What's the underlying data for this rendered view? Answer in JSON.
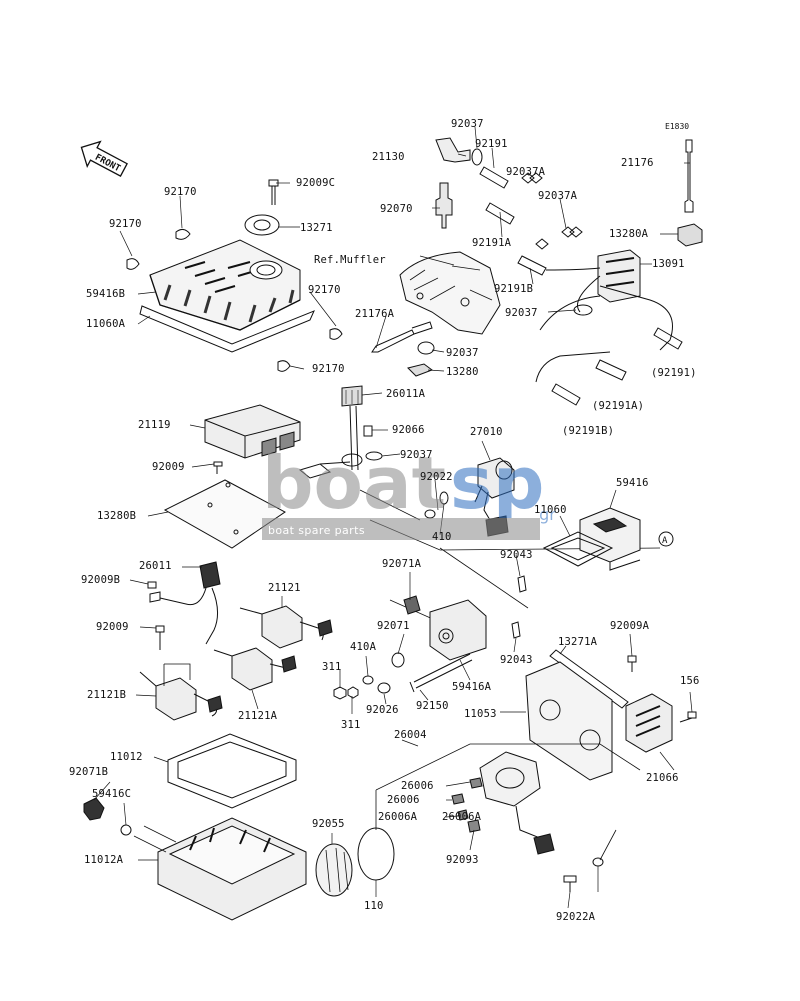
{
  "diagram_code": "E1830",
  "front_label": "FRONT",
  "watermark": {
    "text_main": "boat",
    "text_accent": "sp",
    "text_suffix": ".gr",
    "tagline": "boat spare parts",
    "accent": "#2f6fc0"
  },
  "ref_label": "Ref.Muffler",
  "callout_letter": "A",
  "labels": [
    "92037",
    "92191",
    "21130",
    "92037A",
    "92070",
    "92037A",
    "92191A",
    "92191B",
    "92037",
    "21176",
    "13280A",
    "13091",
    "(92191)",
    "(92191A)",
    "(92191B)",
    "Ref.Muffler",
    "92170",
    "92009C",
    "92170",
    "13271",
    "59416B",
    "11060A",
    "92170",
    "92170",
    "21176A",
    "92037",
    "13280",
    "26011A",
    "92066",
    "92037",
    "21119",
    "92009",
    "13280B",
    "92022",
    "27010",
    "410",
    "59416",
    "11060",
    "92043",
    "26011",
    "92009B",
    "92009",
    "21121",
    "21121B",
    "21121A",
    "92071A",
    "92071",
    "410A",
    "311",
    "311",
    "92026",
    "92150",
    "59416A",
    "92043",
    "13271A",
    "92009A",
    "11053",
    "156",
    "21066",
    "26004",
    "26006",
    "26006",
    "26006A",
    "26006A",
    "92093",
    "11012",
    "92071B",
    "59416C",
    "11012A",
    "92055",
    "110",
    "92022A"
  ]
}
